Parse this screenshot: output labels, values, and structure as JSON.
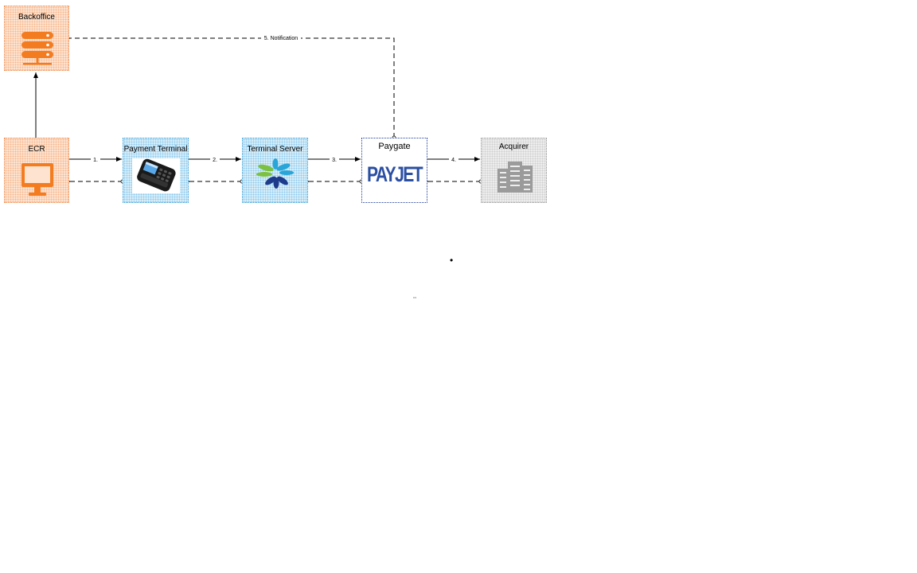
{
  "nodes": {
    "backoffice": {
      "title": "Backoffice",
      "icon": "server-stack-icon",
      "color": "#f47c20"
    },
    "ecr": {
      "title": "ECR",
      "icon": "monitor-icon",
      "color": "#f47c20"
    },
    "payment_terminal": {
      "title": "Payment Terminal",
      "icon": "card-terminal-icon"
    },
    "terminal_server": {
      "title": "Terminal Server",
      "icon": "pinwheel-logo-icon"
    },
    "paygate": {
      "title": "Paygate",
      "logo_text": "PAYJET",
      "logo_color": "#2b4fa3"
    },
    "acquirer": {
      "title": "Acquirer",
      "icon": "office-buildings-icon",
      "color": "#9b9b9b"
    }
  },
  "edges": [
    {
      "id": "ecr-to-terminal",
      "label": "1."
    },
    {
      "id": "terminal-to-server",
      "label": "2."
    },
    {
      "id": "server-to-paygate",
      "label": "3."
    },
    {
      "id": "paygate-to-acquirer",
      "label": "4."
    },
    {
      "id": "paygate-to-backoffice",
      "label": "5. Notification"
    }
  ],
  "stray_marks": {
    "dot": "•",
    "quote": "̈"
  }
}
